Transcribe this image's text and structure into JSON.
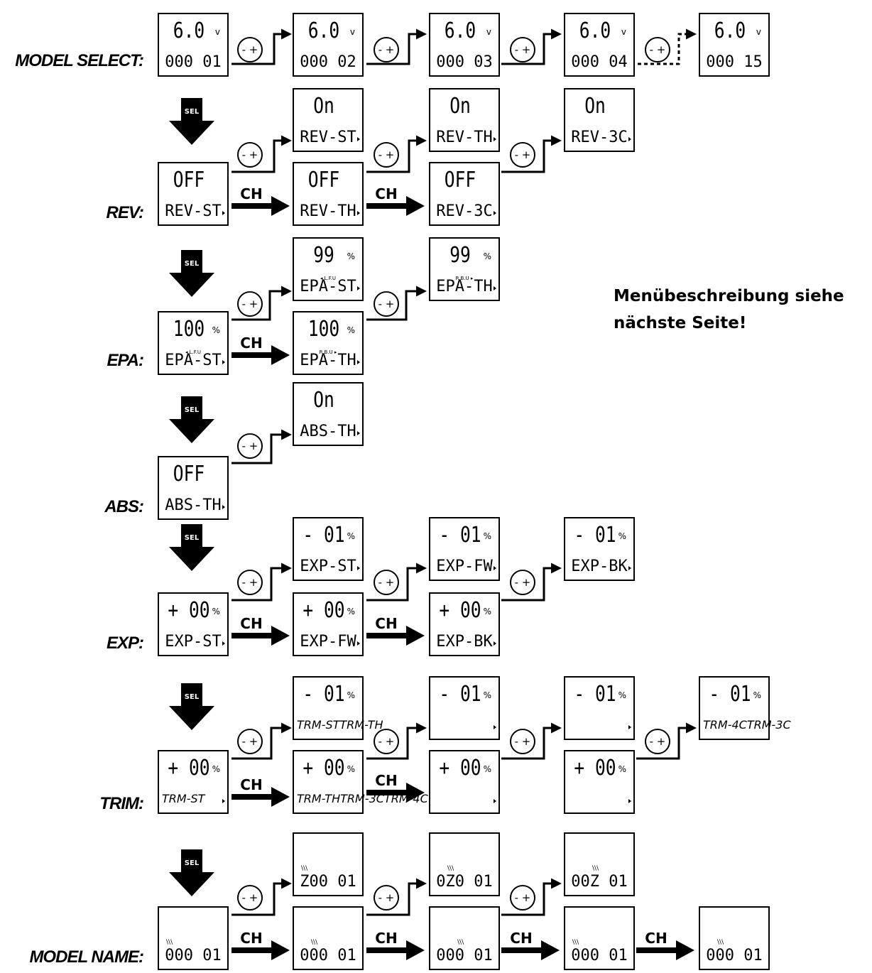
{
  "labels": {
    "model_select": "MODEL SELECT:",
    "rev": "REV:",
    "epa": "EPA:",
    "abs": "ABS:",
    "exp": "EXP:",
    "trim": "TRIM:",
    "model_name": "MODEL NAME:"
  },
  "note": {
    "line1": "Menübeschreibung siehe",
    "line2": "nächste Seite!"
  },
  "buttons": {
    "sel": "SEL",
    "ch": "CH",
    "minus_plus": "- +"
  },
  "lcd": {
    "ms1": {
      "big": "6.0",
      "unit": "v",
      "sub": "000 01"
    },
    "ms2": {
      "big": "6.0",
      "unit": "v",
      "sub": "000 02"
    },
    "ms3": {
      "big": "6.0",
      "unit": "v",
      "sub": "000 03"
    },
    "ms4": {
      "big": "6.0",
      "unit": "v",
      "sub": "000 04"
    },
    "ms5": {
      "big": "6.0",
      "unit": "v",
      "sub": "000 15"
    },
    "rev_off_st": {
      "big": "OFF",
      "sub": "REV-ST"
    },
    "rev_off_th": {
      "big": "OFF",
      "sub": "REV-TH"
    },
    "rev_off_3c": {
      "big": "OFF",
      "sub": "REV-3C"
    },
    "rev_on_st": {
      "big": "On",
      "sub": "REV-ST"
    },
    "rev_on_th": {
      "big": "On",
      "sub": "REV-TH"
    },
    "rev_on_3c": {
      "big": "On",
      "sub": "REV-3C"
    },
    "epa_100_st": {
      "big": "100",
      "unit": "%",
      "small": "◂ L.F.U",
      "sub": "EPA-ST"
    },
    "epa_100_th": {
      "big": "100",
      "unit": "%",
      "small": "R.B.U ▸",
      "sub": "EPA-TH"
    },
    "epa_99_st": {
      "big": "99",
      "unit": "%",
      "small": "◂ L.F.U",
      "sub": "EPA-ST"
    },
    "epa_99_th": {
      "big": "99",
      "unit": "%",
      "small": "R.B.U ▸",
      "sub": "EPA-TH"
    },
    "abs_off": {
      "big": "OFF",
      "sub": "ABS-TH"
    },
    "abs_on": {
      "big": "On",
      "sub": "ABS-TH"
    },
    "exp_p_st": {
      "big": "+ 00",
      "unit": "%",
      "sub": "EXP-ST"
    },
    "exp_p_fw": {
      "big": "+ 00",
      "unit": "%",
      "sub": "EXP-FW"
    },
    "exp_p_bk": {
      "big": "+ 00",
      "unit": "%",
      "sub": "EXP-BK"
    },
    "exp_m_st": {
      "big": "- 01",
      "unit": "%",
      "sub": "EXP-ST"
    },
    "exp_m_fw": {
      "big": "- 01",
      "unit": "%",
      "sub": "EXP-FW"
    },
    "exp_m_bk": {
      "big": "- 01",
      "unit": "%",
      "sub": "EXP-BK"
    },
    "trm_p1": {
      "big": "+ 00",
      "unit": "%",
      "sub": "TRM-ST"
    },
    "trm_p2": {
      "big": "+ 00",
      "unit": "%",
      "sub": "TRM-THTRM-3CTRM-4C"
    },
    "trm_p3": {
      "big": "+ 00",
      "unit": "%",
      "sub": ""
    },
    "trm_p4": {
      "big": "+ 00",
      "unit": "%",
      "sub": ""
    },
    "trm_m1": {
      "big": "- 01",
      "unit": "%",
      "sub": "TRM-STTRM-TH"
    },
    "trm_m2": {
      "big": "- 01",
      "unit": "%",
      "sub": ""
    },
    "trm_m3": {
      "big": "- 01",
      "unit": "%",
      "sub": ""
    },
    "trm_m4": {
      "big": "- 01",
      "unit": "%",
      "sub": "TRM-4CTRM-3C"
    },
    "mn_b1": {
      "blink": "\\\\\\",
      "sub": "000 01"
    },
    "mn_b2": {
      "blink": "\\\\\\",
      "sub": "000 01"
    },
    "mn_b3": {
      "blink": "\\\\\\",
      "sub": "000 01"
    },
    "mn_b4": {
      "blink": "\\\\\\",
      "sub": "000 01"
    },
    "mn_b5": {
      "blink": "\\\\\\",
      "sub": "000 01"
    },
    "mn_t1": {
      "blink": "\\\\\\",
      "sub": "Z00 01"
    },
    "mn_t2": {
      "blink": "\\\\\\",
      "sub": "0Z0 01"
    },
    "mn_t3": {
      "blink": "\\\\\\",
      "sub": "00Z 01"
    }
  }
}
